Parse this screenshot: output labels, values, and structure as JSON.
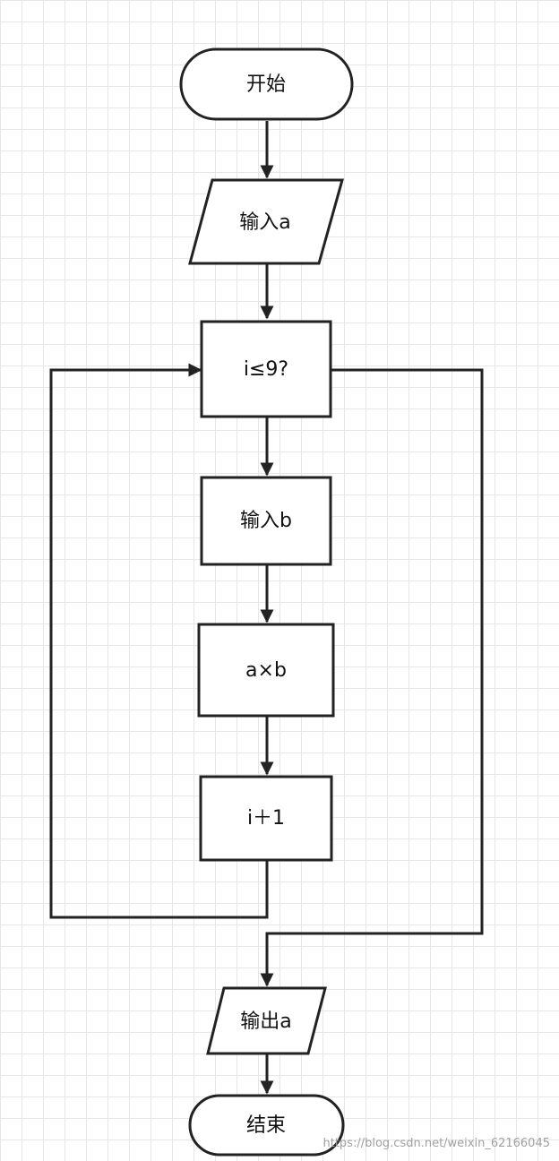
{
  "nodes": {
    "start": "开始",
    "input_a": "输入a",
    "condition": "i≤9?",
    "input_b": "输入b",
    "multiply": "a×b",
    "increment": "i＋1",
    "output_a": "输出a",
    "end": "结束"
  },
  "watermark": "https://blog.csdn.net/weixin_62166045"
}
